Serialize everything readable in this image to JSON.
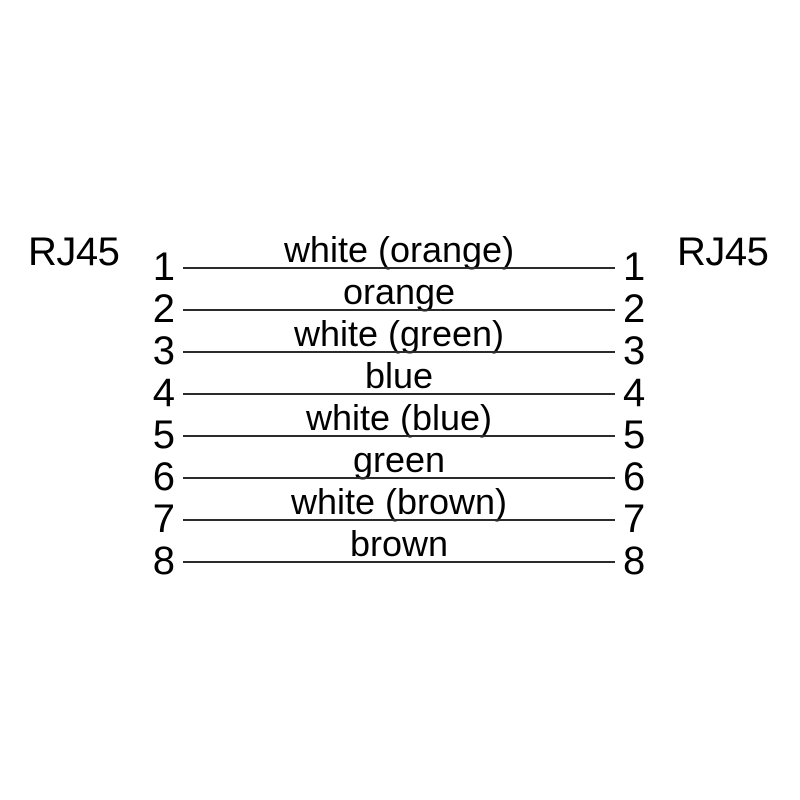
{
  "diagram": {
    "left_connector_label": "RJ45",
    "right_connector_label": "RJ45",
    "wires": [
      {
        "left_pin": "1",
        "right_pin": "1",
        "color_label": "white (orange)"
      },
      {
        "left_pin": "2",
        "right_pin": "2",
        "color_label": "orange"
      },
      {
        "left_pin": "3",
        "right_pin": "3",
        "color_label": "white (green)"
      },
      {
        "left_pin": "4",
        "right_pin": "4",
        "color_label": "blue"
      },
      {
        "left_pin": "5",
        "right_pin": "5",
        "color_label": "white (blue)"
      },
      {
        "left_pin": "6",
        "right_pin": "6",
        "color_label": "green"
      },
      {
        "left_pin": "7",
        "right_pin": "7",
        "color_label": "white (brown)"
      },
      {
        "left_pin": "8",
        "right_pin": "8",
        "color_label": "brown"
      }
    ],
    "colors": {
      "background": "#ffffff",
      "text": "#000000",
      "wire_line": "#2b2b2b"
    }
  }
}
